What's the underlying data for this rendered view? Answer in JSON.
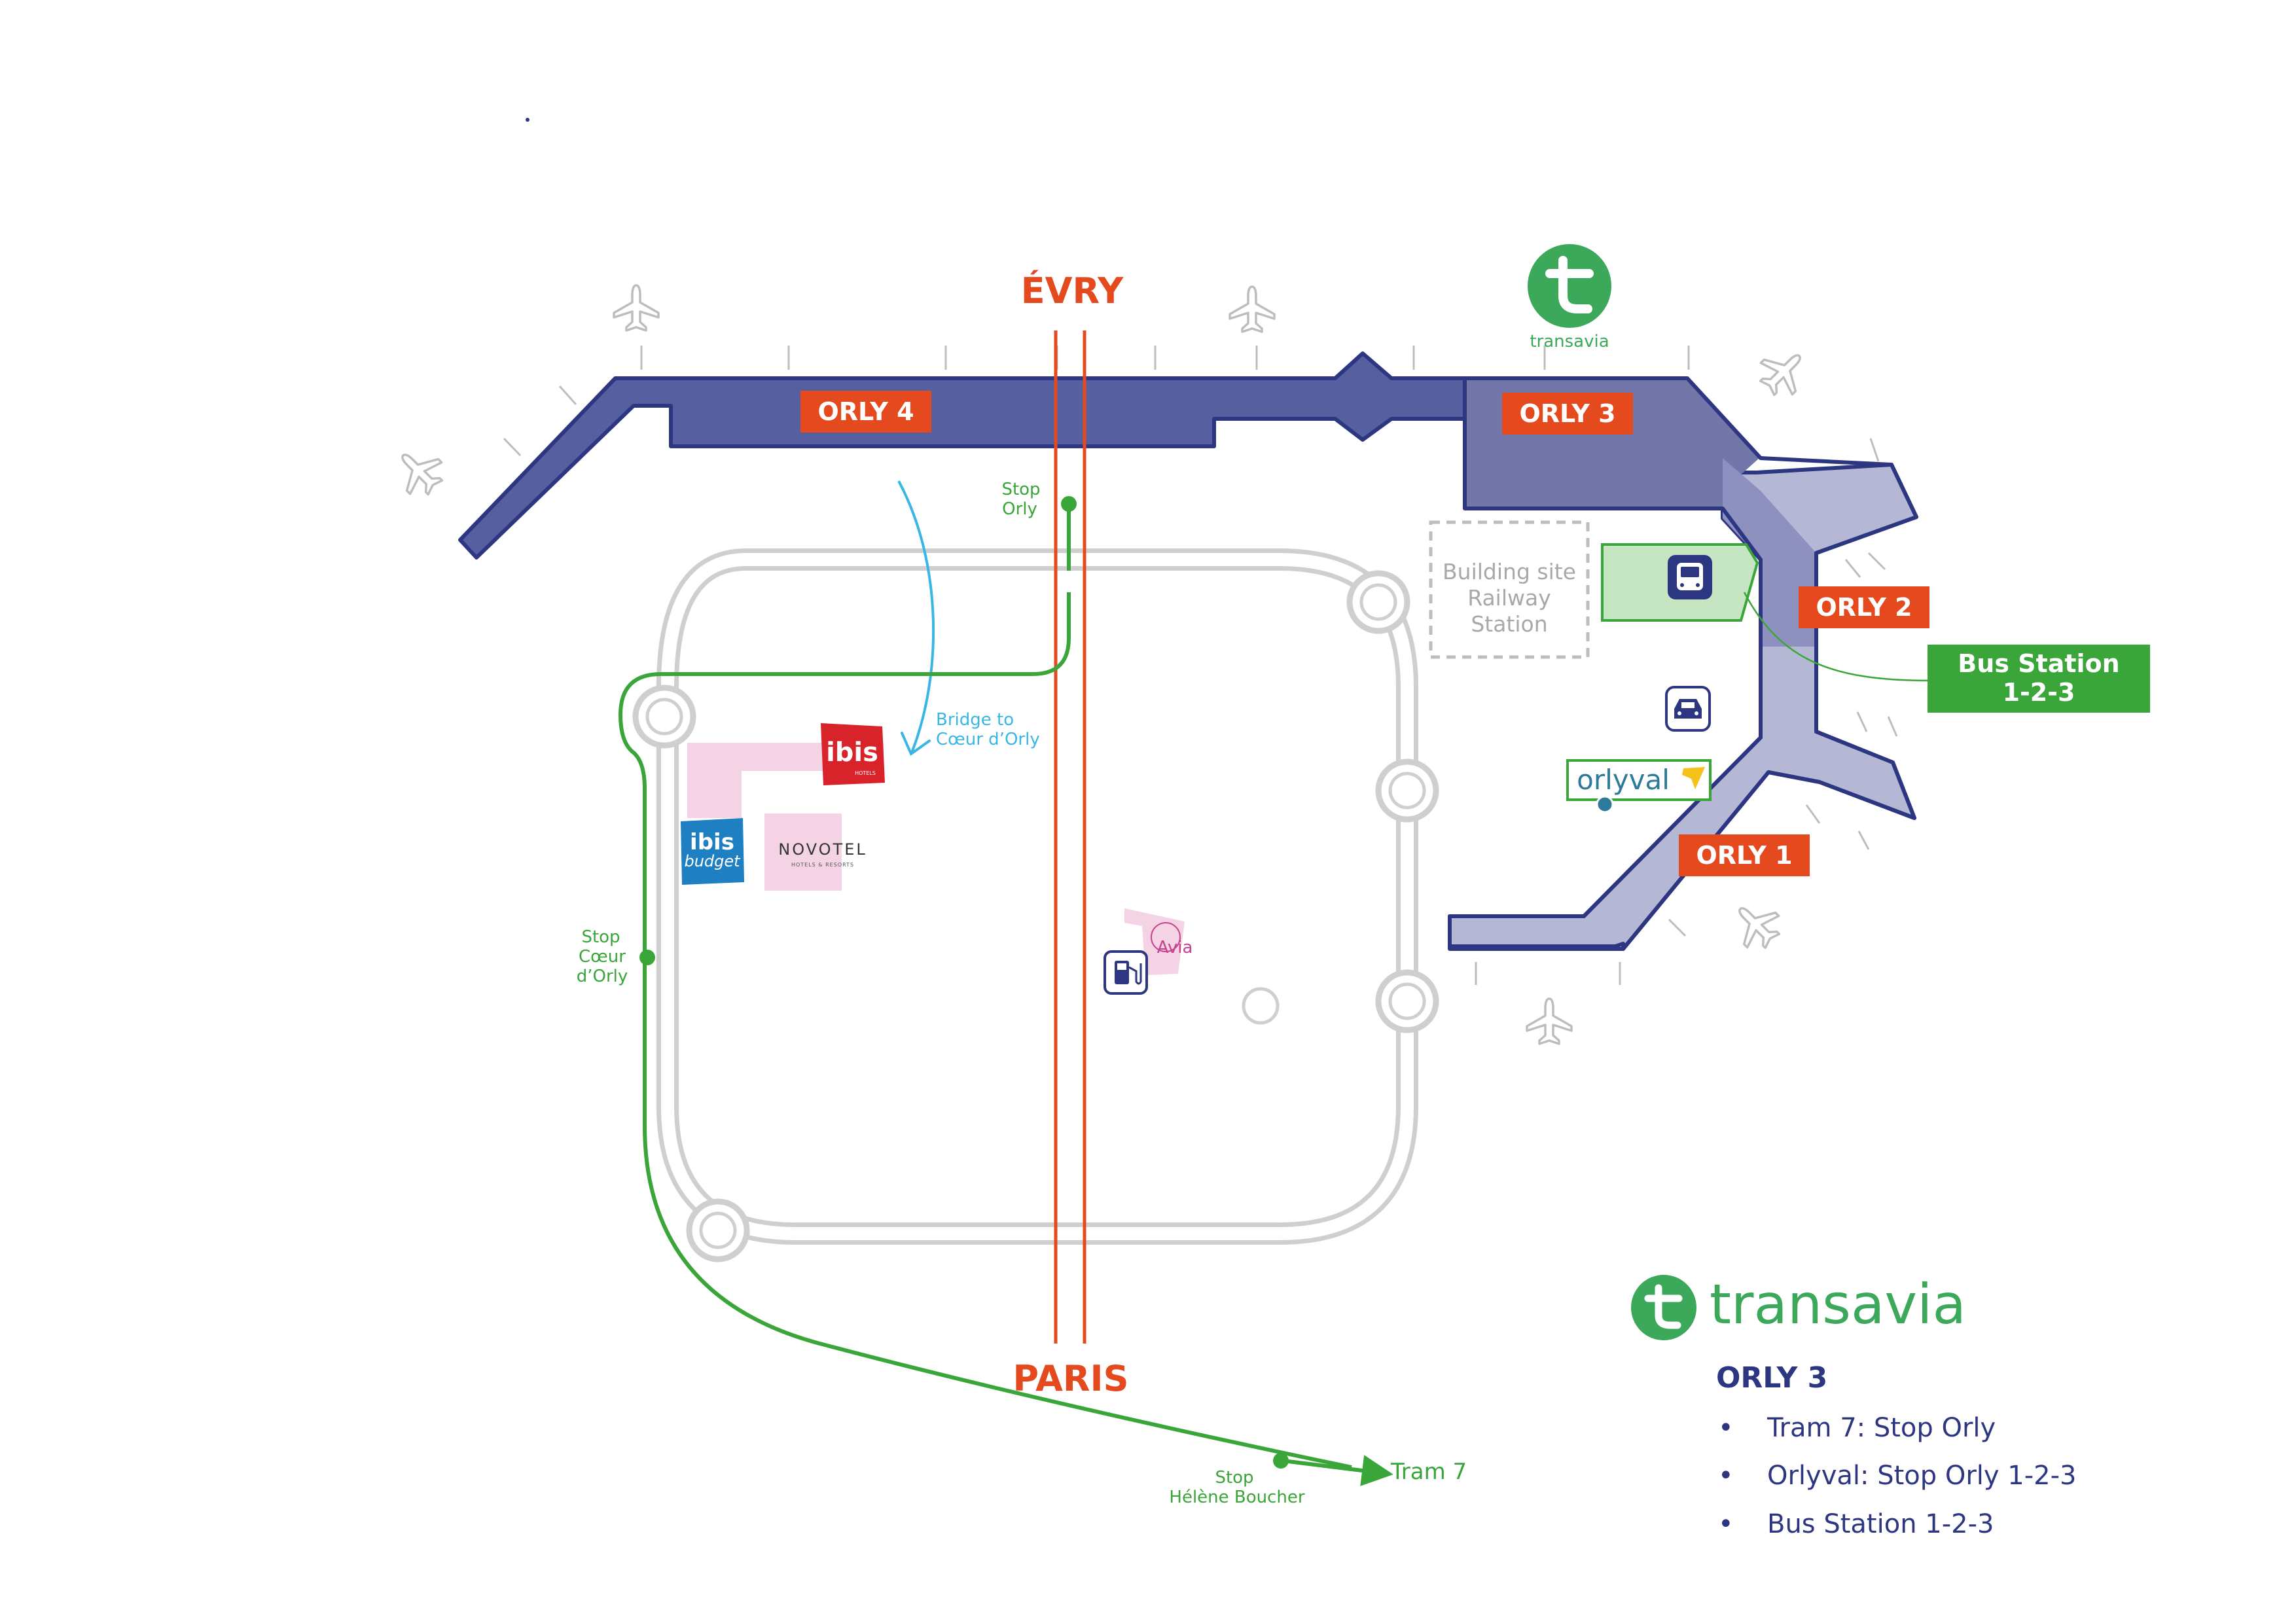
{
  "colors": {
    "terminal_dark": "#565fa0",
    "terminal_mid": "#7376a9",
    "terminal_light": "#b5b8d5",
    "outline": "#2d3680",
    "label_orange": "#e5491e",
    "tram_green": "#3aa639",
    "brand_green": "#3ba85a",
    "bridge_blue": "#39b7e4",
    "road_grey": "#c8c8c8",
    "hotel_pink": "#f4d3e5",
    "avia_magenta": "#c8418c",
    "ibis_red": "#d8232a",
    "ibis_budget_blue": "#1e80c3",
    "icon_navy": "#2d3680"
  },
  "map": {
    "city_north": "ÉVRY",
    "city_south": "PARIS",
    "terminals": {
      "orly4": "ORLY 4",
      "orly3": "ORLY 3",
      "orly2": "ORLY 2",
      "orly1": "ORLY 1"
    },
    "transavia_small": "transavia",
    "stop_orly": [
      "Stop",
      "Orly"
    ],
    "stop_coeur": [
      "Stop",
      "Cœur",
      "d’Orly"
    ],
    "stop_helene": [
      "Stop",
      "Hélène Boucher"
    ],
    "tram_label": "Tram 7",
    "bridge": [
      "Bridge to",
      "Cœur d’Orly"
    ],
    "building_site": [
      "Building site",
      "Railway",
      "Station"
    ],
    "bus_station": [
      "Bus Station",
      "1-2-3"
    ],
    "orlyval": "orlyval",
    "hotels": {
      "ibis": "ibis",
      "ibis_sub": "HOTELS",
      "ibis_budget_1": "ibis",
      "ibis_budget_2": "budget",
      "novotel": "NOVOTEL",
      "novotel_sub": "HOTELS & RESORTS"
    },
    "avia": "Avia",
    "icons": [
      "airplane-icon",
      "bus-icon",
      "taxi-icon",
      "fuel-pump-icon",
      "transavia-logo-icon"
    ]
  },
  "legend": {
    "brand": "transavia",
    "title": "ORLY 3",
    "items": [
      "Tram 7: Stop Orly",
      "Orlyval: Stop Orly 1-2-3",
      "Bus Station 1-2-3"
    ],
    "bullet": "•"
  }
}
